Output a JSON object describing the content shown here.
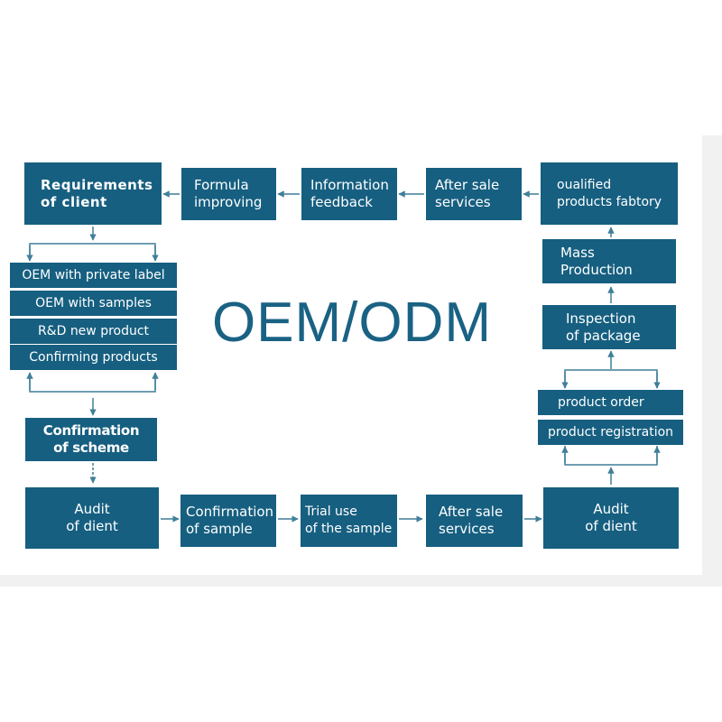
{
  "title": "OEM/ODM",
  "colors": {
    "box": "#165f80",
    "arrow": "#3f7f99",
    "title": "#1a6283"
  },
  "nodes": {
    "requirements": [
      "Requirements",
      "of client"
    ],
    "formula": [
      "Formula",
      "improving"
    ],
    "information": [
      "Information",
      "feedback"
    ],
    "after_sale_top": [
      "After sale",
      "services"
    ],
    "qualified": [
      "oualified",
      "products fabtory"
    ],
    "mass": [
      "Mass",
      "Production"
    ],
    "inspection": [
      "Inspection",
      "of package"
    ],
    "confirmation_scheme": [
      "Confirmation",
      "of scheme"
    ],
    "audit_left": [
      "Audit",
      "of dient"
    ],
    "confirmation_sample": [
      "Confirmation",
      "of sample"
    ],
    "trial": [
      "Trial use",
      "of the sample"
    ],
    "after_sale_bottom": [
      "After sale",
      "services"
    ],
    "audit_right": [
      "Audit",
      "of dient"
    ]
  },
  "left_stack": [
    "OEM with private label",
    "OEM with samples",
    "R&D new product",
    "Confirming products"
  ],
  "right_stack": [
    "product order",
    "product registration"
  ]
}
